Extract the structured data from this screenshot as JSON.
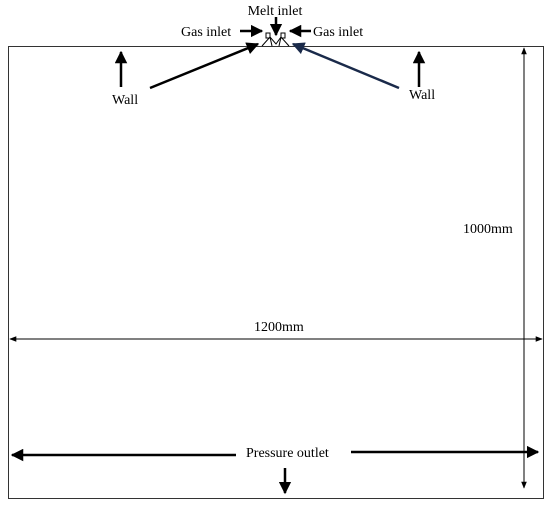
{
  "labels": {
    "melt_inlet": "Melt inlet",
    "gas_inlet_left": "Gas inlet",
    "gas_inlet_right": "Gas inlet",
    "wall_left": "Wall",
    "wall_right": "Wall",
    "height_dim": "1000mm",
    "width_dim": "1200mm",
    "pressure_outlet": "Pressure outlet"
  },
  "colors": {
    "line": "#000000",
    "domain_border": "#333333",
    "right_wall_arrow": "#1a2a4a"
  }
}
